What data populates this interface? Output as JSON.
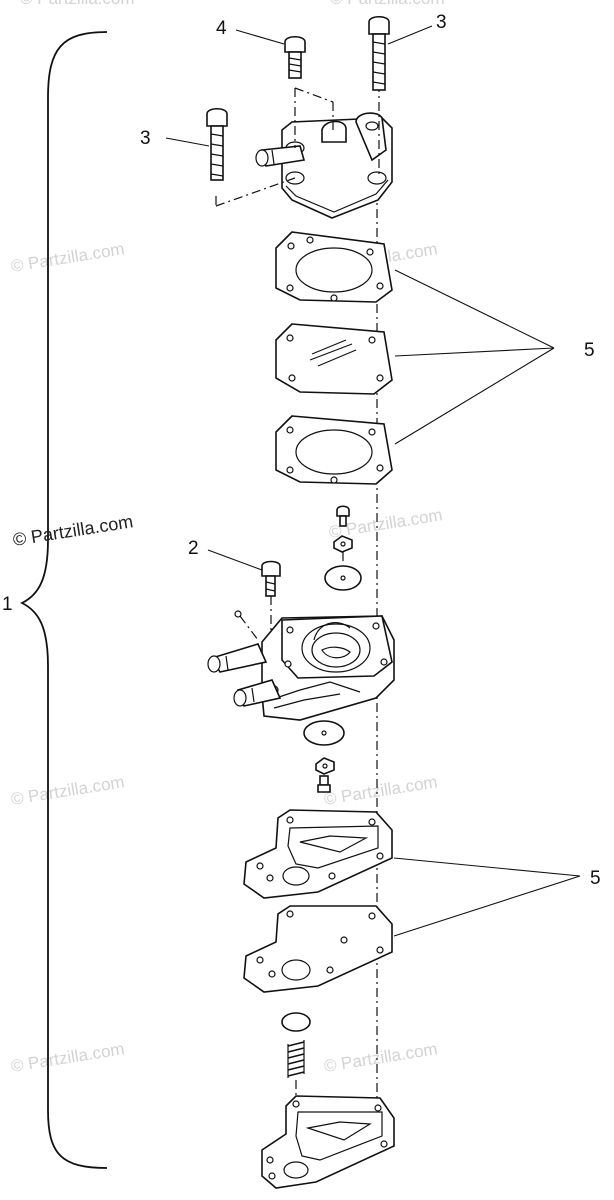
{
  "callouts": {
    "c1": "1",
    "c2": "2",
    "c3a": "3",
    "c3b": "3",
    "c4": "4",
    "c5a": "5",
    "c5b": "5"
  },
  "watermarks": {
    "w1": "© Partzilla.com",
    "w2": "© Partzilla.com",
    "w3": "© Partzilla.com",
    "w4": "© Partzilla.com",
    "w5": "© Partzilla.com",
    "w6": "© Partzilla.com",
    "w7": "© Partzilla.com",
    "w8": "© Partzilla.com",
    "w9": "© Partzilla.com"
  }
}
